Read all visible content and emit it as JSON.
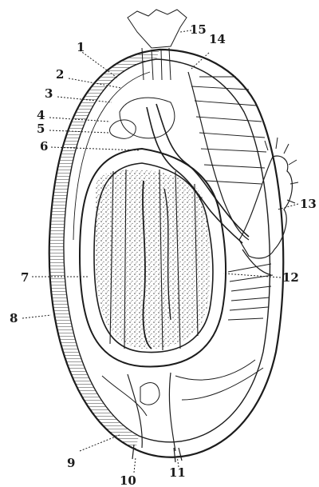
{
  "labels": {
    "l1": "1",
    "l2": "2",
    "l3": "3",
    "l4": "4",
    "l5": "5",
    "l6": "6",
    "l7": "7",
    "l8": "8",
    "l9": "9",
    "l10": "10",
    "l11": "11",
    "l12": "12",
    "l13": "13",
    "l14": "14",
    "l15": "15"
  },
  "ink_color": "#1c1c1c",
  "paper_color": "#ffffff"
}
